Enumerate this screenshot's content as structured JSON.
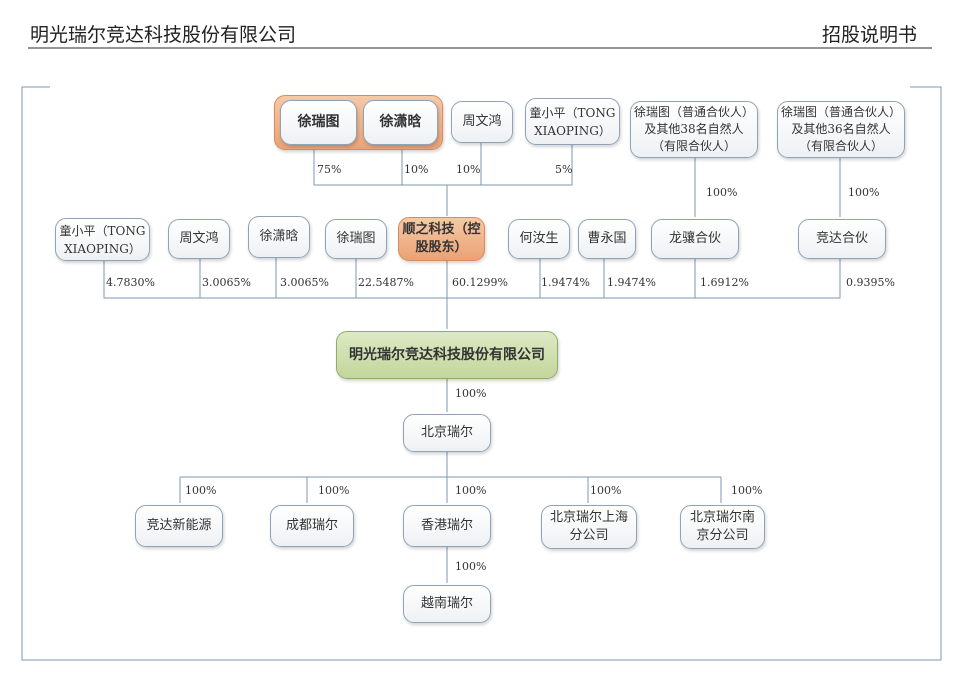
{
  "header": {
    "company": "明光瑞尔竞达科技股份有限公司",
    "doc": "招股说明书"
  },
  "top": {
    "xrt": "徐瑞图",
    "xxh": "徐潇晗",
    "zwh": "周文鸿",
    "txp": "童小平（TONG XIAOPING）",
    "p38": "徐瑞图（普通合伙人）及其他38名自然人（有限合伙人）",
    "p36": "徐瑞图（普通合伙人）及其他36名自然人（有限合伙人）",
    "pcts": [
      "75%",
      "10%",
      "10%",
      "5%",
      "100%",
      "100%"
    ]
  },
  "mid": {
    "names": [
      "童小平（TONG XIAOPING）",
      "周文鸿",
      "徐潇晗",
      "徐瑞图",
      "顺之科技（控股股东）",
      "何汝生",
      "曹永国",
      "龙骧合伙",
      "竞达合伙"
    ],
    "pcts": [
      "4.7830%",
      "3.0065%",
      "3.0065%",
      "22.5487%",
      "60.1299%",
      "1.9474%",
      "1.9474%",
      "1.6912%",
      "0.9395%"
    ]
  },
  "company": "明光瑞尔竞达科技股份有限公司",
  "bj": {
    "name": "北京瑞尔",
    "pct": "100%"
  },
  "subs": {
    "names": [
      "竞达新能源",
      "成都瑞尔",
      "香港瑞尔",
      "北京瑞尔上海分公司",
      "北京瑞尔南京分公司"
    ],
    "pcts": [
      "100%",
      "100%",
      "100%",
      "100%",
      "100%"
    ]
  },
  "vn": {
    "name": "越南瑞尔",
    "pct": "100%"
  }
}
